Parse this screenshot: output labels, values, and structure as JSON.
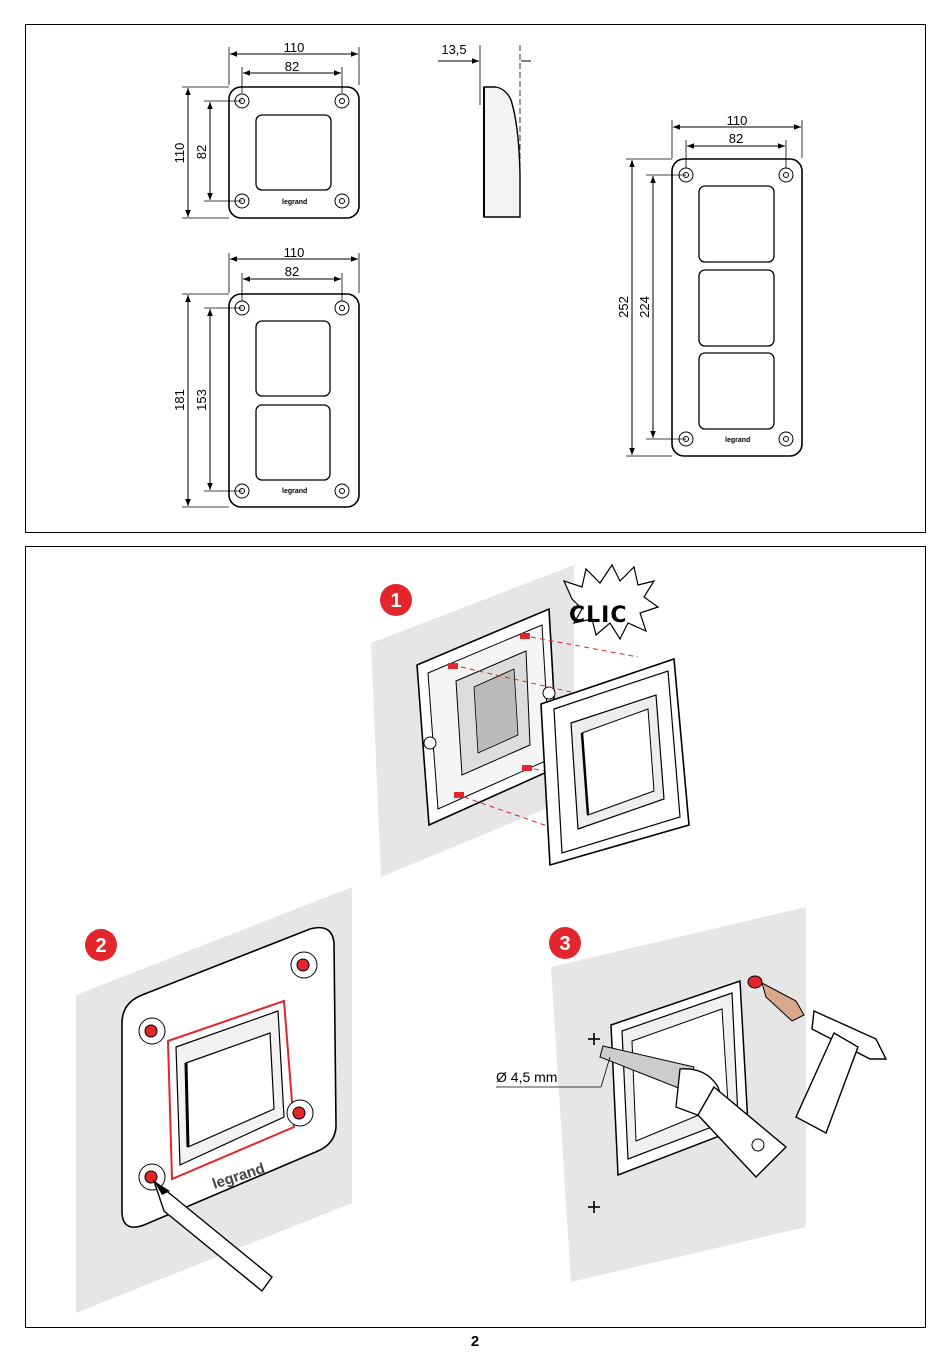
{
  "dimensions": {
    "single_frame": {
      "width_outer": "110",
      "width_inner": "82",
      "height_outer": "110",
      "height_inner": "82",
      "brand": "legrand"
    },
    "side_profile": {
      "depth": "13,5"
    },
    "double_frame": {
      "width_outer": "110",
      "width_inner": "82",
      "height_outer": "181",
      "height_inner": "153",
      "brand": "legrand"
    },
    "triple_frame": {
      "width_outer": "110",
      "width_inner": "82",
      "height_outer": "252",
      "height_inner": "224",
      "brand": "legrand"
    }
  },
  "steps": [
    {
      "number": "1",
      "sound_label": "CLIC"
    },
    {
      "number": "2",
      "brand": "legrand"
    },
    {
      "number": "3",
      "drill_label": "Ø 4,5 mm"
    }
  ],
  "colors": {
    "accent_red": "#e3262b",
    "wall_grey": "#e6e6e6",
    "line": "#000000"
  },
  "page_number": "2"
}
